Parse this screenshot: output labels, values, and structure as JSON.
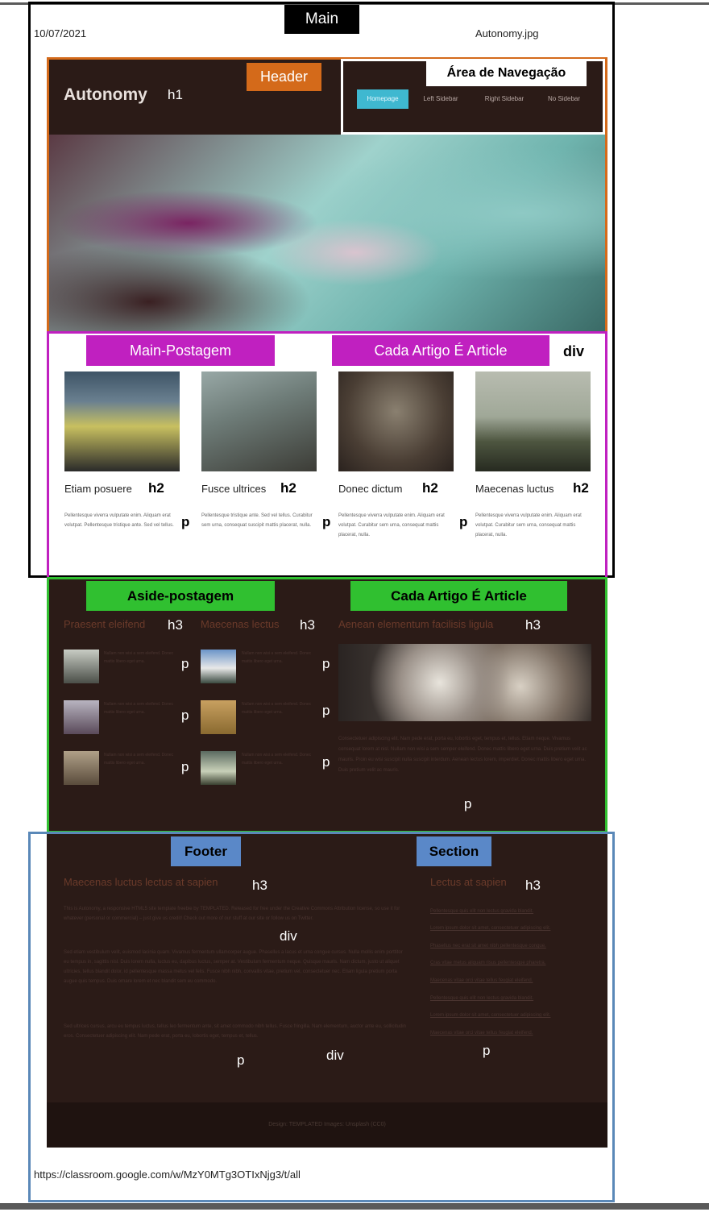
{
  "page": {
    "date": "10/07/2021",
    "filename": "Autonomy.jpg",
    "url": "https://classroom.google.com/w/MzY0MTg3OTIxNjg3/t/all"
  },
  "labels": {
    "main": "Main",
    "header": "Header",
    "nav": "Área de Navegação",
    "main_postagem": "Main-Postagem",
    "article_1": "Cada Artigo É Article",
    "div_1": "div",
    "aside_postagem": "Aside-postagem",
    "article_2": "Cada Artigo É Article",
    "footer": "Footer",
    "section": "Section"
  },
  "tags": {
    "h1": "h1",
    "h2": "h2",
    "h3": "h3",
    "p": "p",
    "div": "div"
  },
  "site": {
    "logo": "Autonomy",
    "nav": [
      "Homepage",
      "Left Sidebar",
      "Right Sidebar",
      "No Sidebar"
    ],
    "posts": [
      {
        "title": "Etiam posuere",
        "text": "Pellentesque viverra vulputate enim. Aliquam erat volutpat. Pellentesque tristique ante. Sed vel tellus."
      },
      {
        "title": "Fusce ultrices",
        "text": "Pellentesque tristique ante. Sed vel tellus. Curabitur sem urna, consequat suscipit mattis placerat, nulla."
      },
      {
        "title": "Donec dictum",
        "text": "Pellentesque viverra vulputate enim. Aliquam erat volutpat. Curabitur sem urna, consequat mattis placerat, nulla."
      },
      {
        "title": "Maecenas luctus",
        "text": "Pellentesque viverra vulputate enim. Aliquam erat volutpat. Curabitur sem urna, consequat mattis placerat, nulla."
      }
    ],
    "aside": {
      "col1_title": "Praesent eleifend",
      "col2_title": "Maecenas lectus",
      "col3_title": "Aenean elementum facilisis ligula",
      "small_text": "Nullam non wisi a sem eleifend. Donec mattis libero eget urna.",
      "big_text": "Consectetuer adipiscing elit. Nam pede erat, porta eu, lobortis eget, tempus et, tellus. Etiam neque. Vivamus consequat lorem at nisl. Nullam non wisi a sem semper eleifend. Donec mattis libero eget urna. Duis pretium velit ac mauris. Proin eu wisi suscipit nulla suscipit interdum. Aenean lectus lorem, imperdiet. Donec mattis libero eget urna. Duis pretium velit ac mauris."
    },
    "footer": {
      "left_title": "Maecenas luctus lectus at sapien",
      "left_p1": "This is Autonomy, a responsive HTML5 site template freebie by TEMPLATED. Released for free under the Creative Commons Attribution license, so use it for whatever (personal or commercial) – just give us credit! Check out more of our stuff at our site or follow us on Twitter.",
      "left_p2": "Sed etiam vestibulum velit, euismod lacinia quam. Vivamus fermentum ullamcorper augue. Phasellus a lacus et urna congue cursus. Nulla mollis enim porttitor eu tempus in, sagittis nisl. Duis lorem nulla, luctus eu, dapibus luctus, semper at. Vestibulum fermentum neque. Quisque mauris. Nam dictum, justo ut aliquet ultricies, tellus blandit dolor, id pellentesque massa metus vel felis. Fusce nibh nibh, convallis vitae, pretium vel, consectetuer nec. Etiam ligula pretium porta augue quis tempus. Duis ornare lorem et nec blandit sem eu commodo.",
      "left_p3": "Sed ultrices cursus, arcu eu tempus luctus, tellus leo fermentum ante, sit amet commodo nibh tellus. Fusce fringilla. Nam elementum, auctor ante eu, sollicitudin eros. Consectetuer adipiscing elit. Nam pede erat, porta eu, lobortis eget, tempus et, tellus.",
      "right_title": "Lectus at sapien",
      "links": [
        "Pellentesque quis elit non lectus gravida blandit.",
        "Lorem ipsum dolor sit amet, consectetuer adipiscing elit.",
        "Phasellus nec erat sit amet nibh pellentesque congue.",
        "Cras vitae metus aliquam risus pellentesque pharetra.",
        "Maecenas vitae orci vitae tellus feugiat eleifend.",
        "Pellentesque quis elit non lectus gravida blandit.",
        "Lorem ipsum dolor sit amet, consectetuer adipiscing elit.",
        "Maecenas vitae orci vitae tellus feugiat eleifend."
      ],
      "credit": "Design: TEMPLATED Images: Unsplash (CC0)"
    }
  },
  "colors": {
    "main_border": "#000000",
    "header_border": "#d46a1a",
    "main_post_border": "#c020c0",
    "aside_border": "#30c030",
    "footer_border": "#5a88b8",
    "site_bg": "#2b1b17",
    "nav_active": "#3fb8d0"
  }
}
